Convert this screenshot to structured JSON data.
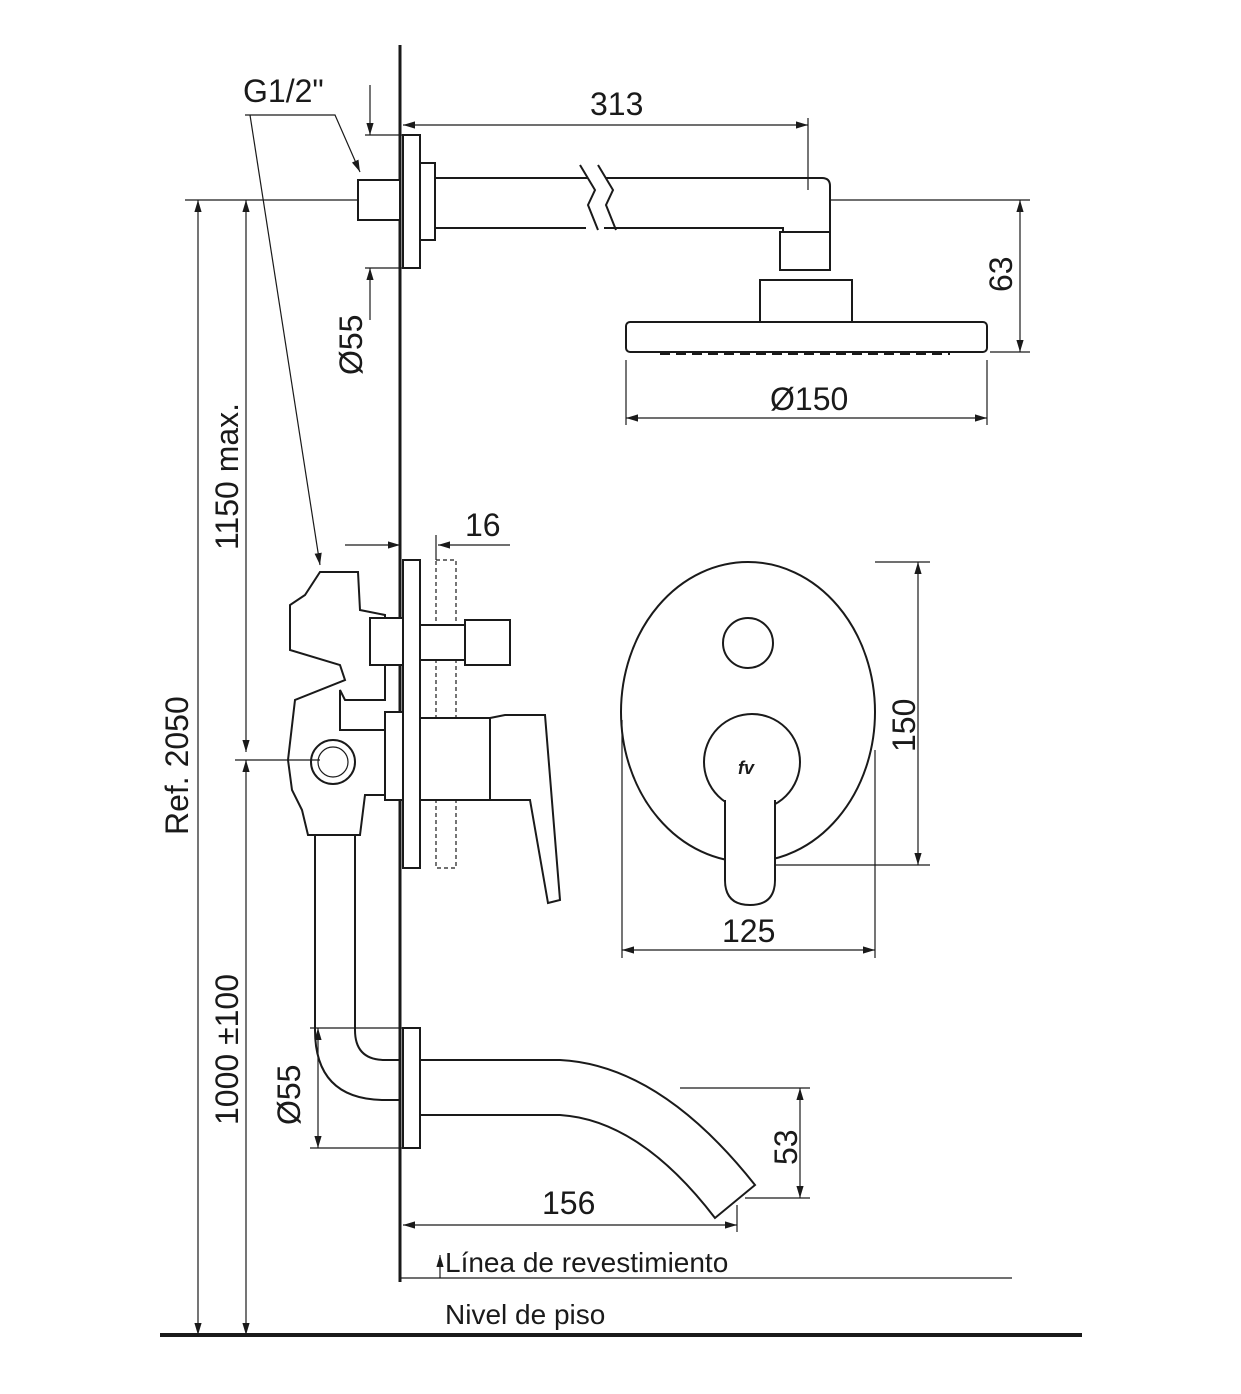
{
  "dimensions": {
    "thread": "G1/2\"",
    "arm_length": "313",
    "head_height": "63",
    "flange_top": "Ø55",
    "head_diameter": "Ø150",
    "max_outlet_height": "1150 max.",
    "plate_depth": "16",
    "plate_height": "150",
    "reference_height": "Ref. 2050",
    "plate_width": "125",
    "valve_height": "1000 ±100",
    "flange_bottom": "Ø55",
    "spout_drop": "53",
    "spout_length": "156"
  },
  "labels": {
    "cladding_line": "Línea de revestimiento",
    "floor_level": "Nivel de piso",
    "logo": "fv"
  }
}
